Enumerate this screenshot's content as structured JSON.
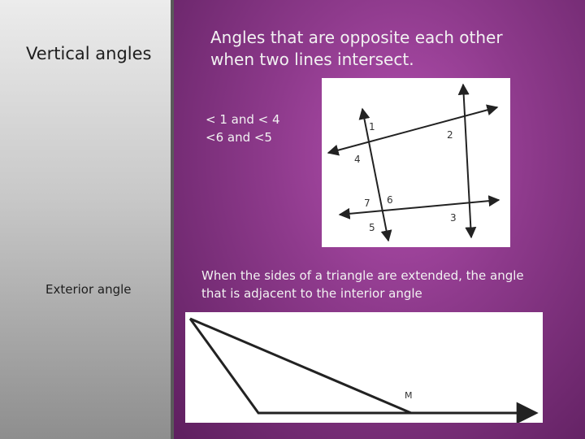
{
  "slide": {
    "term1": "Vertical angles",
    "definition1": "Angles that are opposite each other when two lines intersect.",
    "examples": [
      "< 1 and < 4",
      "<6 and <5"
    ],
    "term2": "Exterior angle",
    "definition2": "When  the sides of a triangle are extended, the angle that is adjacent to the interior angle"
  },
  "figure1": {
    "angle_labels": [
      "1",
      "2",
      "4",
      "7",
      "6",
      "5",
      "3"
    ]
  },
  "figure2": {
    "vertex_label": "M"
  },
  "colors": {
    "left_panel": "#d8d8d8",
    "right_panel": "#8e3a8c",
    "text_light": "#f2f2f2",
    "text_dark": "#1e1e1e"
  }
}
